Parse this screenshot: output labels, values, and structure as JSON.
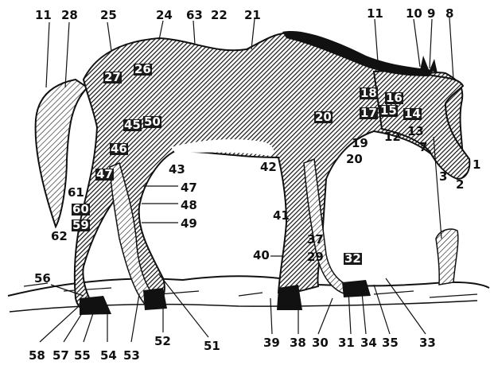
{
  "image": {
    "subject": "horse anatomy engraving with numbered regions",
    "ink_color": "#111111",
    "paper_color": "#ffffff"
  },
  "labels": {
    "l1": "1",
    "l2": "2",
    "l3": "3",
    "l7": "7",
    "l8": "8",
    "l9": "9",
    "l10": "10",
    "l11a": "11",
    "l11b": "11",
    "l12": "12",
    "l13": "13",
    "l14": "14",
    "l15": "15",
    "l16": "16",
    "l17": "17",
    "l18": "18",
    "l19": "19",
    "l20a": "20",
    "l20b": "20",
    "l21": "21",
    "l22": "22",
    "l24": "24",
    "l25": "25",
    "l26": "26",
    "l27": "27",
    "l28": "28",
    "l29": "29",
    "l30": "30",
    "l31": "31",
    "l32": "32",
    "l33": "33",
    "l34": "34",
    "l35": "35",
    "l37": "37",
    "l38": "38",
    "l39": "39",
    "l40": "40",
    "l41": "41",
    "l42": "42",
    "l43": "43",
    "l45": "45",
    "l46": "46",
    "l47a": "47",
    "l47b": "47",
    "l48": "48",
    "l49": "49",
    "l50": "50",
    "l51": "51",
    "l52": "52",
    "l53": "53",
    "l54": "54",
    "l55": "55",
    "l56": "56",
    "l57": "57",
    "l58": "58",
    "l59": "59",
    "l60": "60",
    "l61": "61",
    "l62": "62",
    "l63": "63"
  }
}
